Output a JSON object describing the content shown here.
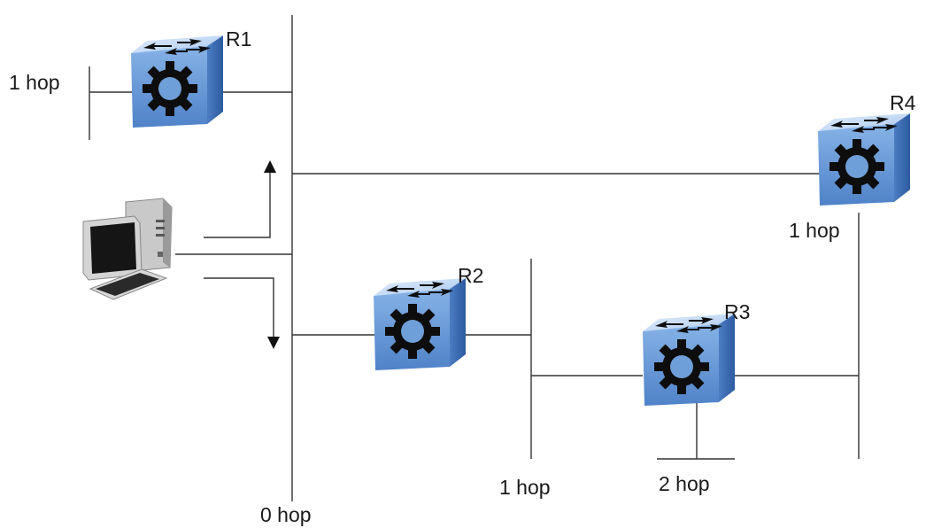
{
  "routers": [
    {
      "label": "R1"
    },
    {
      "label": "R2"
    },
    {
      "label": "R3"
    },
    {
      "label": "R4"
    }
  ],
  "hop_labels": [
    {
      "text": "1 hop"
    },
    {
      "text": "1 hop"
    },
    {
      "text": "1 hop"
    },
    {
      "text": "2 hop"
    },
    {
      "text": "0 hop"
    }
  ],
  "colors": {
    "router_top": "#c6dcf5",
    "router_front": "#6f9fd8",
    "router_side": "#3f6fb5",
    "gear": "#0d0d0d",
    "line": "#333333"
  }
}
